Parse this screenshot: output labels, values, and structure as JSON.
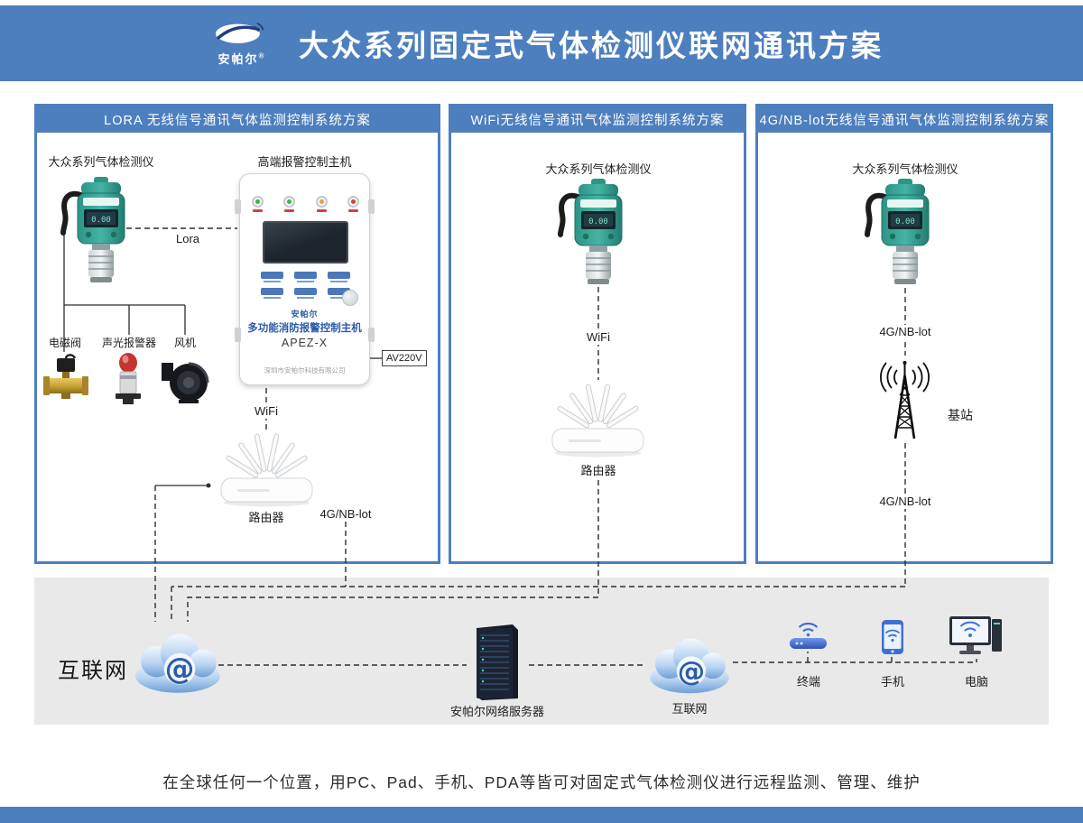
{
  "header": {
    "brand": "安帕尔",
    "brand_reg": "®",
    "title": "大众系列固定式气体检测仪联网通讯方案"
  },
  "panel_lora": {
    "title": "LORA 无线信号通讯气体监测控制系统方案",
    "detector_label": "大众系列气体检测仪",
    "host_label": "高端报警控制主机",
    "link_label": "Lora",
    "host": {
      "brand": "安帕尔",
      "name": "多功能消防报警控制主机",
      "model": "APEZ-X",
      "company": "深圳市安帕尔科技有限公司"
    },
    "power_label": "AV220V",
    "valve_label": "电磁阀",
    "alarm_label": "声光报警器",
    "fan_label": "风机",
    "wifi_label": "WiFi",
    "router_label": "路由器",
    "cellular_label": "4G/NB-lot"
  },
  "panel_wifi": {
    "title": "WiFi无线信号通讯气体监测控制系统方案",
    "detector_label": "大众系列气体检测仪",
    "wifi_label": "WiFi",
    "router_label": "路由器"
  },
  "panel_4g": {
    "title": "4G/NB-lot无线信号通讯气体监测控制系统方案",
    "detector_label": "大众系列气体检测仪",
    "cellular_label_top": "4G/NB-lot",
    "station_label": "基站",
    "cellular_label_bottom": "4G/NB-lot"
  },
  "network": {
    "internet_title": "互联网",
    "server_label": "安帕尔网络服务器",
    "cloud_label": "互联网",
    "terminal_label": "终端",
    "phone_label": "手机",
    "pc_label": "电脑"
  },
  "footer": {
    "note": "在全球任何一个位置，用PC、Pad、手机、PDA等皆可对固定式气体检测仪进行远程监测、管理、维护"
  },
  "colors": {
    "accent_blue": "#4d7fbf",
    "band_gray": "#e9e9e9"
  }
}
